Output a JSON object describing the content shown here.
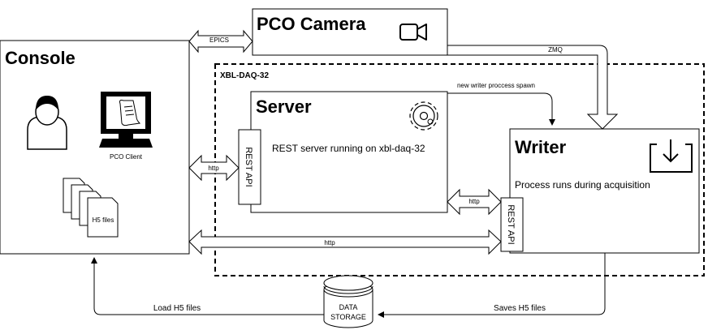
{
  "nodes": {
    "console": {
      "title": "Console",
      "pco_client_label": "PCO Client",
      "files_label": "H5 files"
    },
    "camera": {
      "title": "PCO Camera"
    },
    "server": {
      "title": "Server",
      "description": "REST server running on xbl-daq-32",
      "api_label": "REST API"
    },
    "writer": {
      "title": "Writer",
      "description": "Process runs during acquisition",
      "api_label": "REST API"
    },
    "daq_group": {
      "label": "XBL-DAQ-32"
    },
    "storage": {
      "label_line1": "DATA",
      "label_line2": "STORAGE"
    }
  },
  "edges": {
    "epics": "EPICS",
    "zmq": "ZMQ",
    "spawn": "new writer proccess spawn",
    "http_console_server": "http",
    "http_server_writer": "http",
    "http_console_writer": "http",
    "load": "Load H5 files",
    "save": "Saves H5 files"
  },
  "icons": {
    "user": "user-icon",
    "monitor": "monitor-icon",
    "files": "document-stack-icon",
    "camera": "video-camera-icon",
    "gear": "gear-icon",
    "download": "download-icon",
    "database": "database-icon"
  }
}
